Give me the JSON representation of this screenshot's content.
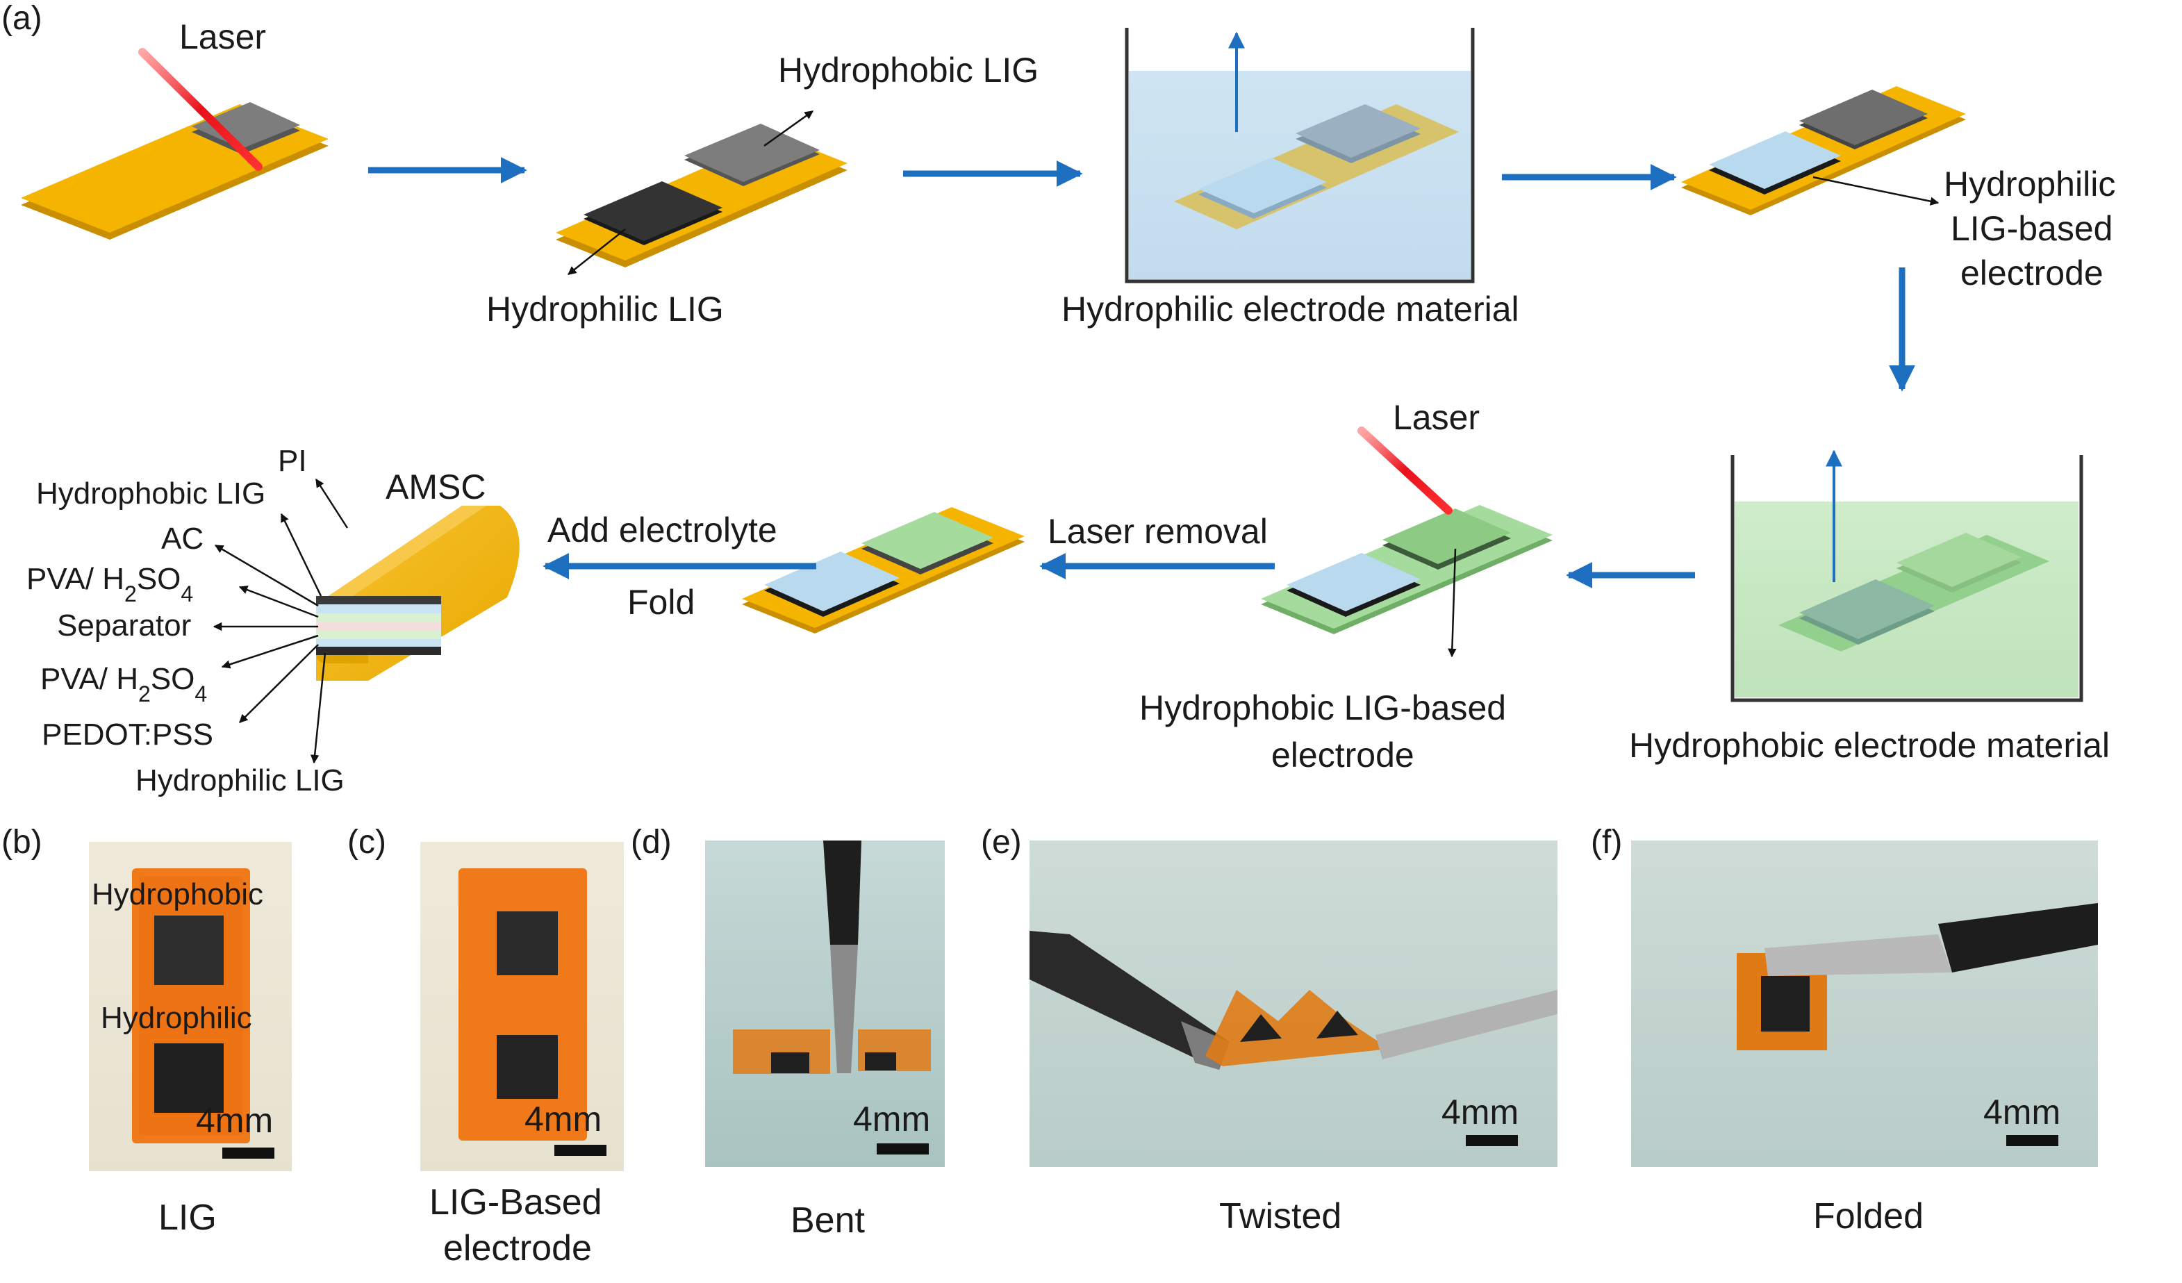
{
  "panel_a": {
    "panel_label": "(a)",
    "laser_label": "Laser",
    "hydrophobic_lig_label": "Hydrophobic LIG",
    "hydrophilic_lig_label": "Hydrophilic LIG",
    "hydrophilic_material_label": "Hydrophilic electrode material",
    "hydrophilic_electrode_line1": "Hydrophilic",
    "hydrophilic_electrode_line2": "LIG-based",
    "hydrophilic_electrode_line3": "electrode",
    "hydrophobic_material_label": "Hydrophobic electrode material",
    "laser2_label": "Laser",
    "hydrophobic_electrode_line1": "Hydrophobic LIG-based",
    "hydrophobic_electrode_line2": "electrode",
    "laser_removal_label": "Laser removal",
    "add_electrolyte_label": "Add electrolyte",
    "fold_label": "Fold",
    "amsc_label": "AMSC",
    "layers": {
      "pi": "PI",
      "hydrophobic_lig": "Hydrophobic LIG",
      "ac": "AC",
      "pva1_prefix": "PVA/ H",
      "pva1_sub1": "2",
      "pva1_mid": "SO",
      "pva1_sub2": "4",
      "separator": "Separator",
      "pva2_prefix": "PVA/ H",
      "pva2_sub1": "2",
      "pva2_mid": "SO",
      "pva2_sub2": "4",
      "pedot": "PEDOT:PSS",
      "hydrophilic_lig": "Hydrophilic LIG"
    }
  },
  "photos": {
    "b": {
      "panel_label": "(b)",
      "top_label": "Hydrophobic",
      "bottom_label": "Hydrophilic",
      "scale": "4mm",
      "caption": "LIG"
    },
    "c": {
      "panel_label": "(c)",
      "scale": "4mm",
      "caption_line1": "LIG-Based",
      "caption_line2": "electrode"
    },
    "d": {
      "panel_label": "(d)",
      "scale": "4mm",
      "caption": "Bent"
    },
    "e": {
      "panel_label": "(e)",
      "scale": "4mm",
      "caption": "Twisted"
    },
    "f": {
      "panel_label": "(f)",
      "scale": "4mm",
      "caption": "Folded"
    }
  },
  "colors": {
    "pi_substrate": "#f4b400",
    "hydrophobic_lig": "#7d7d7d",
    "hydrophilic_lig": "#333333",
    "hydrophilic_material": "#b9d9ef",
    "hydrophobic_material": "#9fd597",
    "process_arrow": "#1f6fc0",
    "laser": "#e8111b"
  }
}
